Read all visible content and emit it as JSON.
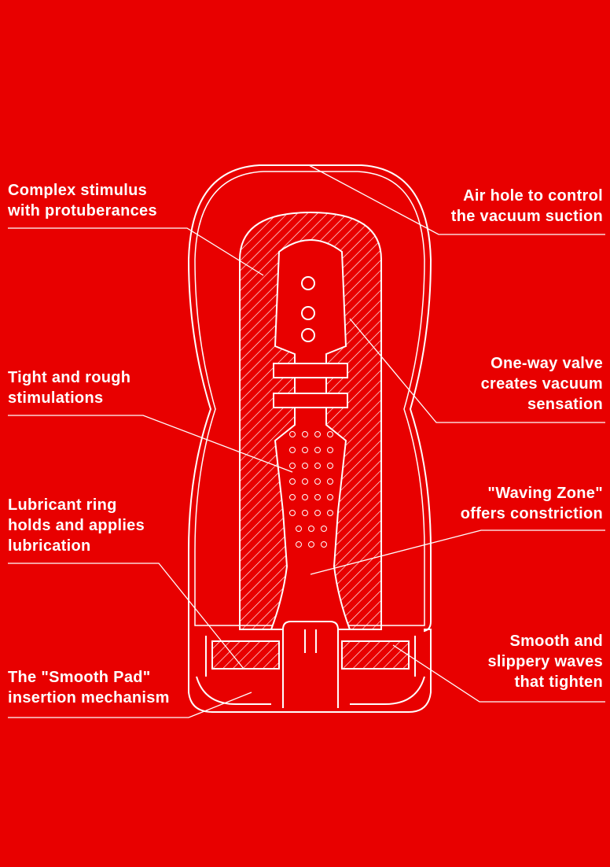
{
  "background_color": "#e80000",
  "line_color": "#ffffff",
  "labels": {
    "complex": [
      "Complex stimulus",
      "with protuberances"
    ],
    "air_hole": [
      "Air hole to control",
      "the vacuum suction"
    ],
    "tight": [
      "Tight and rough",
      "stimulations"
    ],
    "valve": [
      "One-way valve",
      "creates vacuum",
      "sensation"
    ],
    "lubricant": [
      "Lubricant ring",
      "holds and applies",
      "lubrication"
    ],
    "waving": [
      "\"Waving Zone\"",
      "offers constriction"
    ],
    "smooth_pad": [
      "The \"Smooth Pad\"",
      "insertion mechanism"
    ],
    "smooth_waves": [
      "Smooth and",
      "slippery waves",
      "that tighten"
    ]
  }
}
